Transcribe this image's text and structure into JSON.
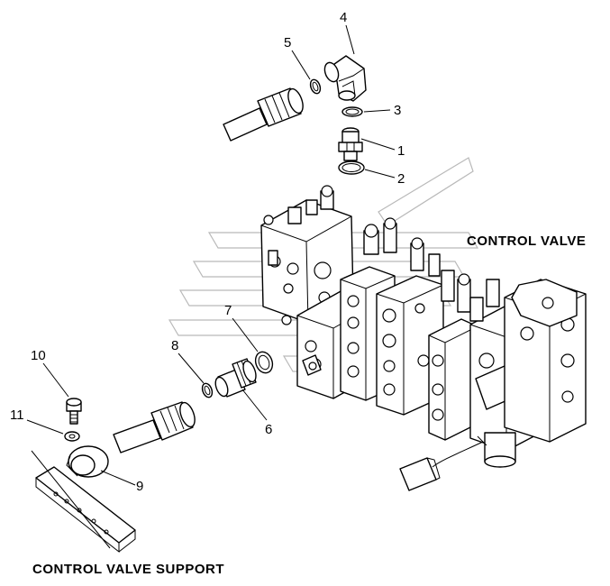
{
  "labels": {
    "control_valve": "CONTROL VALVE",
    "control_valve_support": "CONTROL VALVE SUPPORT"
  },
  "callouts": [
    {
      "id": "c1",
      "text": "1"
    },
    {
      "id": "c2",
      "text": "2"
    },
    {
      "id": "c3",
      "text": "3"
    },
    {
      "id": "c4",
      "text": "4"
    },
    {
      "id": "c5",
      "text": "5"
    },
    {
      "id": "c6",
      "text": "6"
    },
    {
      "id": "c7",
      "text": "7"
    },
    {
      "id": "c8",
      "text": "8"
    },
    {
      "id": "c9",
      "text": "9"
    },
    {
      "id": "c10",
      "text": "10"
    },
    {
      "id": "c11",
      "text": "11"
    }
  ]
}
